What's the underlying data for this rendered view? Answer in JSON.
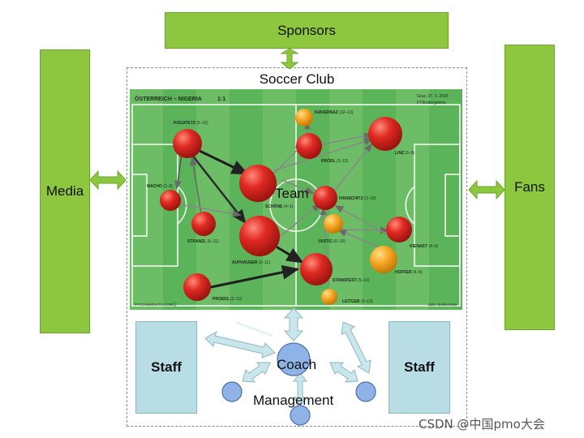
{
  "boxes": {
    "sponsors": "Sponsors",
    "media": "Media",
    "fans": "Fans",
    "club": "Soccer Club",
    "staff_left": "Staff",
    "staff_right": "Staff"
  },
  "labels": {
    "team": "Team",
    "coach": "Coach",
    "management": "Management"
  },
  "field": {
    "header": "ÖSTERREICH – NIGERIA",
    "score": "1:1",
    "top_right": "Graz, 27. 5. 2008",
    "top_right_2": "FT/Endergebnis",
    "bottom_left": "PITCHINSIGHTS.COM",
    "bottom_right": "data: Ballkontakte"
  },
  "players": [
    {
      "name": "POGATETZ",
      "rating": "(5–10)"
    },
    {
      "name": "MACHO",
      "rating": "(0–0)"
    },
    {
      "name": "STRANZL",
      "rating": "(5–11)"
    },
    {
      "name": "AUFHAUSER",
      "rating": "(2–11)"
    },
    {
      "name": "PROEDL",
      "rating": "(2–12)"
    },
    {
      "name": "SCHÖNE",
      "rating": "(4–1)"
    },
    {
      "name": "KIAVERNAZ",
      "rating": "(10–13)"
    },
    {
      "name": "PRÖDL",
      "rating": "(3–12)"
    },
    {
      "name": "LINZ",
      "rating": "(5–8)"
    },
    {
      "name": "IVANSCHITZ",
      "rating": "(3–18)"
    },
    {
      "name": "VASTIC",
      "rating": "(0–10)"
    },
    {
      "name": "KIENAST",
      "rating": "(4–9)"
    },
    {
      "name": "HOFFER",
      "rating": "(4–8)"
    },
    {
      "name": "STANDFEST",
      "rating": "(5–10)"
    },
    {
      "name": "LEITGEB",
      "rating": "(5–13)"
    }
  ],
  "watermark": "CSDN @中国pmo大会",
  "colors": {
    "box_green": "#8dc63f",
    "pitch_dark": "#5bb45a",
    "pitch_light": "#76c36e",
    "staff_blue": "#b9dde5",
    "node_blue": "#8fb3e6",
    "player_red": "#e02a22",
    "player_orange": "#f6a623"
  }
}
